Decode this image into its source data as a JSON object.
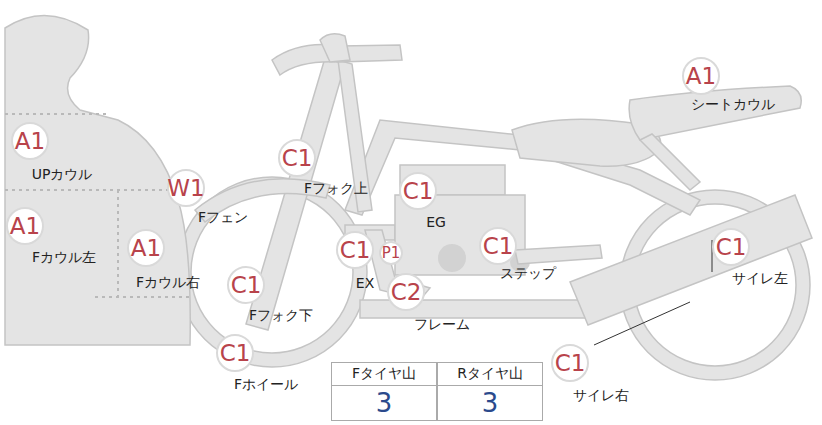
{
  "diagram": {
    "nodes": [
      {
        "text": [
          "A1",
          "シートカウル"
        ]
      },
      {
        "text": [
          "A1",
          "UPカウル"
        ]
      },
      {
        "text": [
          "C1",
          "Fフォク上"
        ]
      },
      {
        "text": [
          "C1",
          "EG"
        ]
      },
      {
        "text": [
          "W1",
          "Fフェン"
        ]
      },
      {
        "text": [
          "A1",
          "Fカウル左"
        ]
      },
      {
        "text": [
          "A1",
          "Fカウル右"
        ]
      },
      {
        "text": [
          "C1",
          "EX"
        ]
      },
      {
        "text": [
          "P1"
        ]
      },
      {
        "text": [
          "C1",
          "ステップ"
        ]
      },
      {
        "text": [
          "C1",
          "サイレ左"
        ]
      },
      {
        "text": [
          "C2",
          "フレーム"
        ]
      },
      {
        "text": [
          "C1",
          "Fフォク下"
        ]
      },
      {
        "text": [
          "C1",
          "Fホイール"
        ]
      },
      {
        "text": [
          "C1",
          "サイレ右"
        ]
      }
    ],
    "labels": [
      "Fタイヤ山",
      "Rタイヤ山",
      "3",
      "3"
    ]
  }
}
